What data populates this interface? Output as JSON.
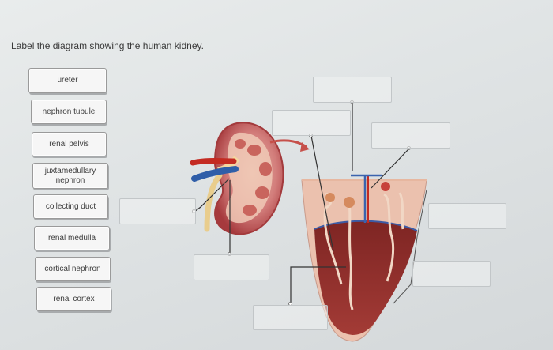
{
  "question": {
    "prompt": "Label the diagram showing the human kidney."
  },
  "labels": [
    {
      "text": "ureter"
    },
    {
      "text": "nephron tubule"
    },
    {
      "text": "renal pelvis"
    },
    {
      "text": "juxtamedullary nephron"
    },
    {
      "text": "collecting duct"
    },
    {
      "text": "renal medulla"
    },
    {
      "text": "cortical nephron"
    },
    {
      "text": "renal cortex"
    }
  ],
  "drop_targets": [
    {
      "name": "drop-top-center",
      "value": ""
    },
    {
      "name": "drop-upper-left",
      "value": ""
    },
    {
      "name": "drop-upper-right",
      "value": ""
    },
    {
      "name": "drop-kidney-left",
      "value": ""
    },
    {
      "name": "drop-right-side",
      "value": ""
    },
    {
      "name": "drop-bottom-center",
      "value": ""
    },
    {
      "name": "drop-lower-right",
      "value": ""
    },
    {
      "name": "drop-bottom",
      "value": ""
    }
  ],
  "colors": {
    "cortex": "#e9b8a3",
    "medulla": "#8f2d2b",
    "kidney": "#b3474a",
    "vein": "#2f5ea8",
    "artery": "#c42b22",
    "ureter": "#eccf8e",
    "arrow": "#c6504a"
  }
}
